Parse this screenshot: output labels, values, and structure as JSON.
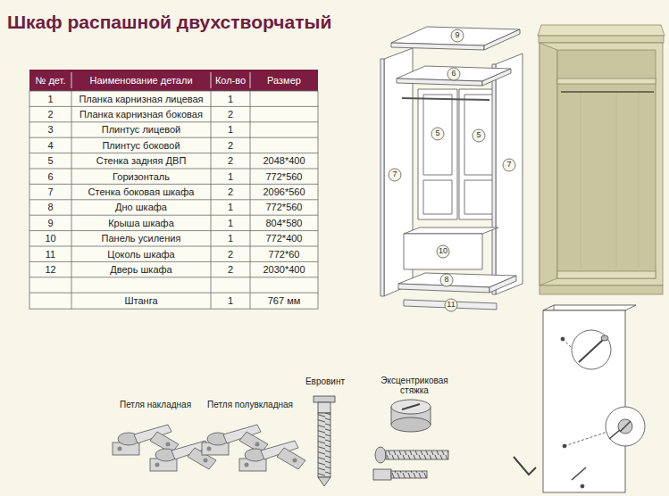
{
  "diagram": {
    "title": "Шкаф распашной двухстворчатый",
    "labels": [
      "№ дет.",
      "Наименование детали",
      "Кол-во",
      "Размер",
      "1",
      "Планка карнизная лицевая",
      "1",
      "2",
      "Планка карнизная боковая",
      "2",
      "3",
      "Плинтус лицевой",
      "1",
      "4",
      "Плинтус боковой",
      "2",
      "5",
      "Стенка задняя ДВП",
      "2",
      "2048*400",
      "6",
      "Горизонталь",
      "1",
      "772*560",
      "7",
      "Стенка боковая шкафа",
      "2",
      "2096*560",
      "8",
      "Дно шкафа",
      "1",
      "772*560",
      "9",
      "Крыша шкафа",
      "1",
      "804*580",
      "10",
      "Панель усиления",
      "1",
      "772*400",
      "11",
      "Цоколь шкафа",
      "2",
      "772*60",
      "12",
      "Дверь шкафа",
      "2",
      "2030*400",
      "Штанга",
      "1",
      "767 мм",
      "9",
      "6",
      "5",
      "5",
      "7",
      "7",
      "10",
      "8",
      "11",
      "Петля накладная",
      "Петля полувкладная",
      "Евровинт",
      "Эксцентриковая стяжка"
    ]
  }
}
